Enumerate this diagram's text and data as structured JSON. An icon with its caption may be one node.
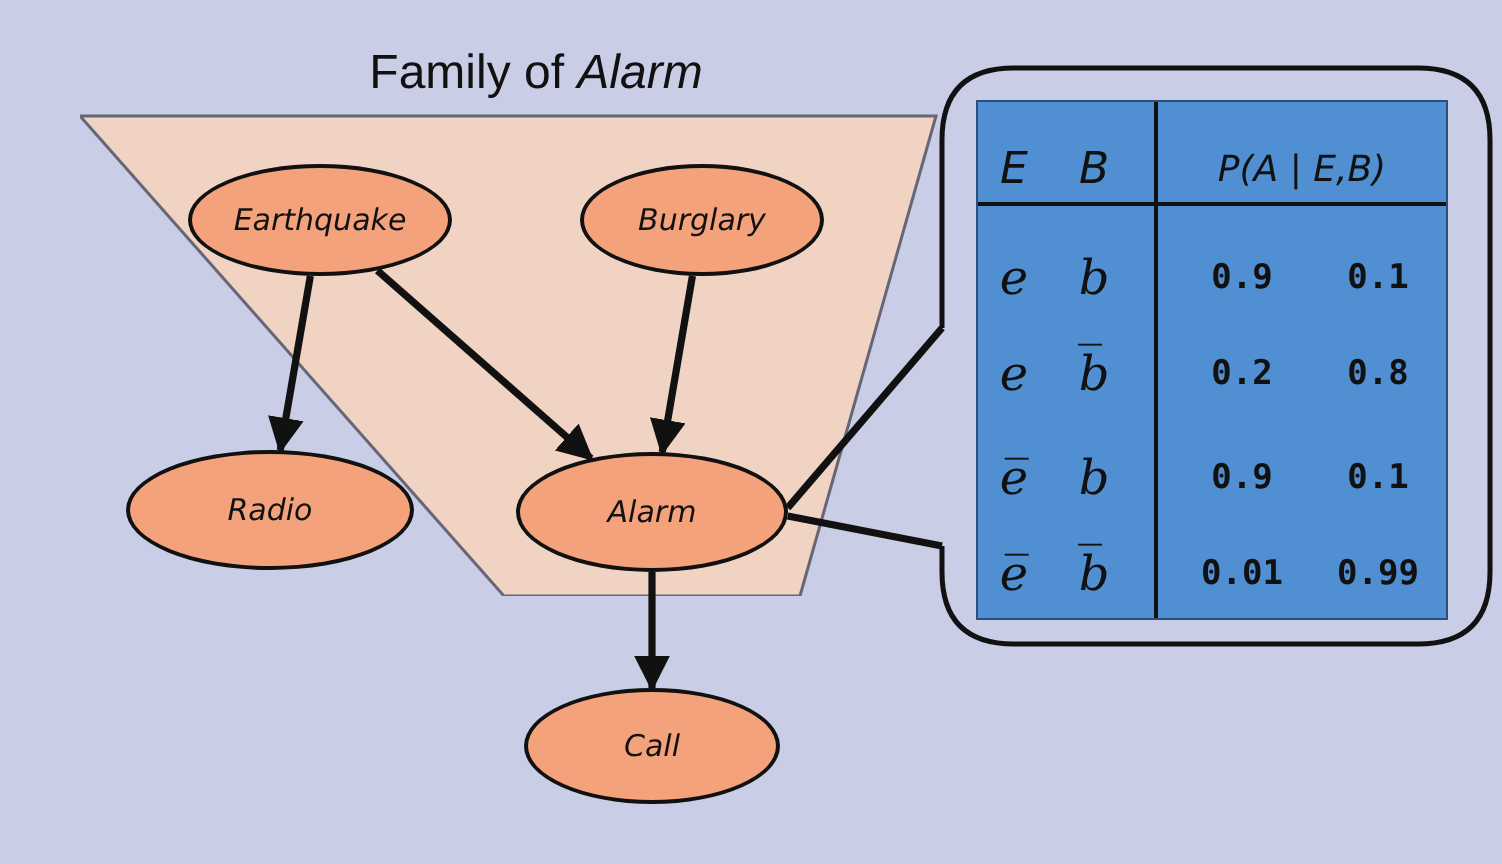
{
  "diagram": {
    "nodes": [
      {
        "text": [
          "Family of *Alarm*"
        ]
      },
      {
        "text": [
          "Earthquake"
        ],
        "in": 0
      },
      {
        "text": [
          "Burglary"
        ],
        "in": 0
      },
      {
        "text": [
          "Radio"
        ]
      },
      {
        "text": [
          "Alarm"
        ],
        "in": 0
      },
      {
        "text": [
          "E",
          "B",
          "P(A | E,B)",
          "e",
          "b",
          "0.9",
          "0.1",
          "e",
          "b̅",
          "0.2",
          "0.8",
          "e̅",
          "b",
          "0.9",
          "0.1",
          "e̅",
          "b̅",
          "0.01",
          "0.99"
        ]
      },
      {
        "text": [
          "Call"
        ]
      }
    ],
    "edges": [
      {
        "from": 1,
        "to": 3,
        "arrow": "to"
      },
      {
        "from": 1,
        "to": 4,
        "arrow": "to"
      },
      {
        "from": 2,
        "to": 4,
        "arrow": "to"
      },
      {
        "from": 5,
        "to": 4,
        "arrow": "none"
      },
      {
        "from": 4,
        "to": 6,
        "arrow": "to"
      }
    ]
  }
}
